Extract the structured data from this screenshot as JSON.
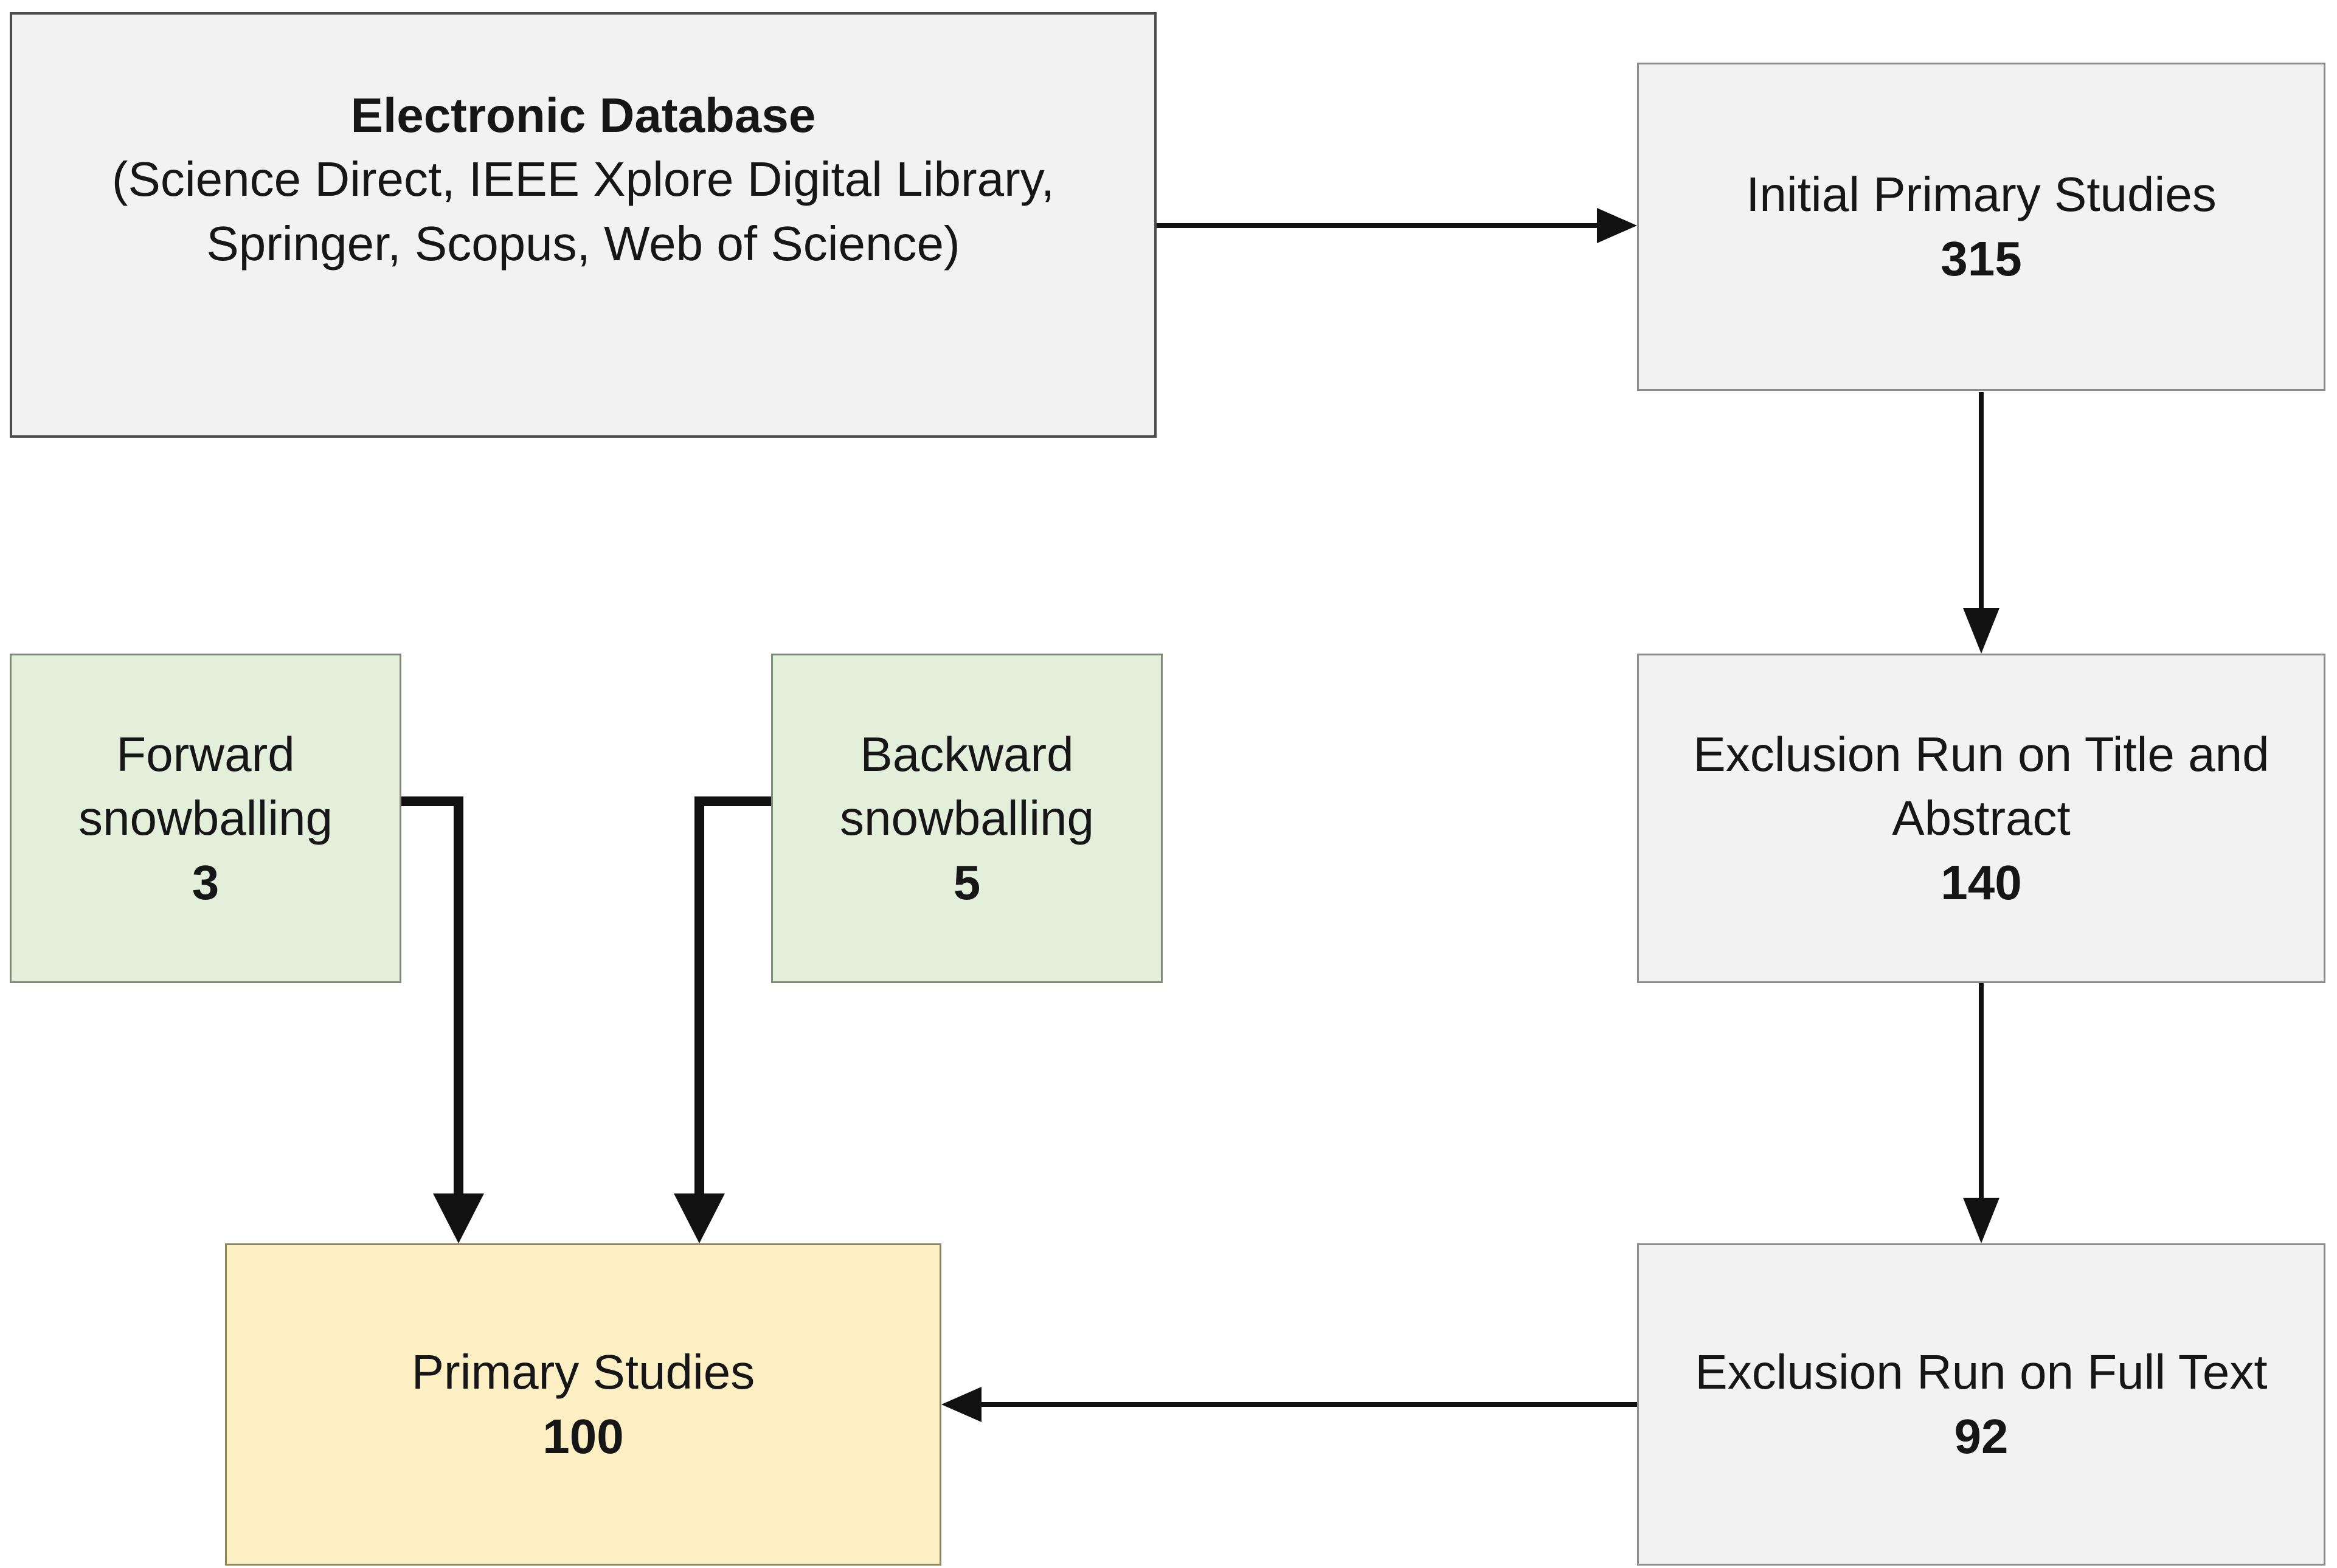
{
  "nodes": {
    "electronic_database": {
      "title": "Electronic Database",
      "line1": "(Science Direct, IEEE Xplore Digital Library,",
      "line2": "Springer, Scopus, Web of Science)"
    },
    "initial_primary_studies": {
      "label": "Initial Primary Studies",
      "count": "315"
    },
    "exclusion_title_abstract": {
      "line1": "Exclusion Run on Title and",
      "line2": "Abstract",
      "count": "140"
    },
    "exclusion_full_text": {
      "label": "Exclusion Run on Full Text",
      "count": "92"
    },
    "forward_snowballing": {
      "line1": "Forward",
      "line2": "snowballing",
      "count": "3"
    },
    "backward_snowballing": {
      "line1": "Backward",
      "line2": "snowballing",
      "count": "5"
    },
    "primary_studies": {
      "label": "Primary Studies",
      "count": "100"
    }
  },
  "colors": {
    "box_gray_fill": "#F2F2F2",
    "box_gray_border": "#8C8C8C",
    "box_gray_dark_border": "#4D4D4D",
    "box_green_fill": "#E3EFDA",
    "box_green_border": "#7E8B76",
    "box_yellow_fill": "#FDEFC4",
    "box_yellow_border": "#90865E",
    "arrow": "#111111",
    "text": "#161616",
    "background": "#FFFFFF"
  }
}
